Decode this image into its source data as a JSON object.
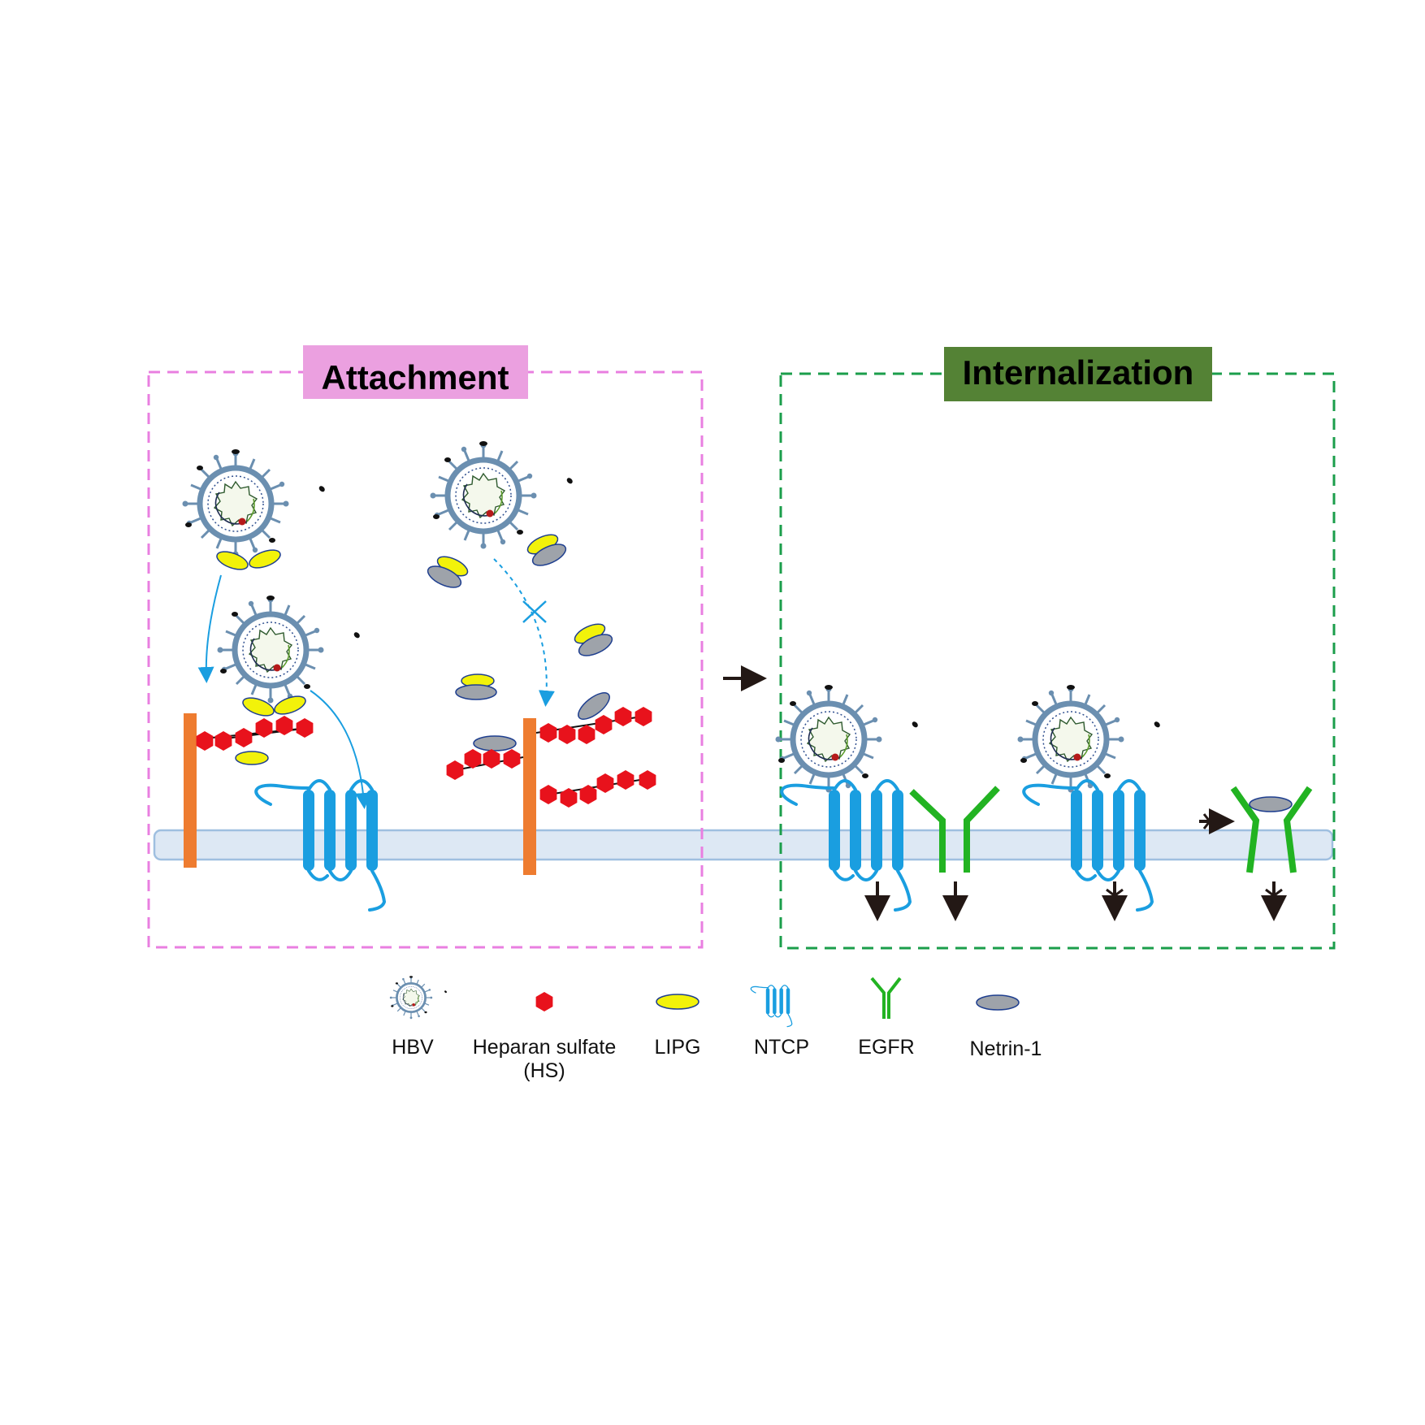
{
  "panels": {
    "attachment": {
      "title": "Attachment",
      "title_bg": "#eba0e0",
      "border": "#e97fe0"
    },
    "internalization": {
      "title": "Internalization",
      "title_bg": "#548235",
      "border": "#1b9e4b"
    }
  },
  "legend": {
    "hbv": "HBV",
    "hs_line1": "Heparan sulfate",
    "hs_line2": "(HS)",
    "lipg": "LIPG",
    "ntcp": "NTCP",
    "egfr": "EGFR",
    "netrin": "Netrin-1"
  },
  "colors": {
    "membrane_fill": "#dde8f4",
    "membrane_stroke": "#9fbfe0",
    "ntcp": "#1a9ee0",
    "egfr": "#22b322",
    "hs": "#e8121c",
    "lipg": "#f2f20a",
    "netrin": "#9ea3aa",
    "proteoglycan": "#ee7c30",
    "virus_ring": "#6b8fb0",
    "arrow_dark": "#231815"
  }
}
